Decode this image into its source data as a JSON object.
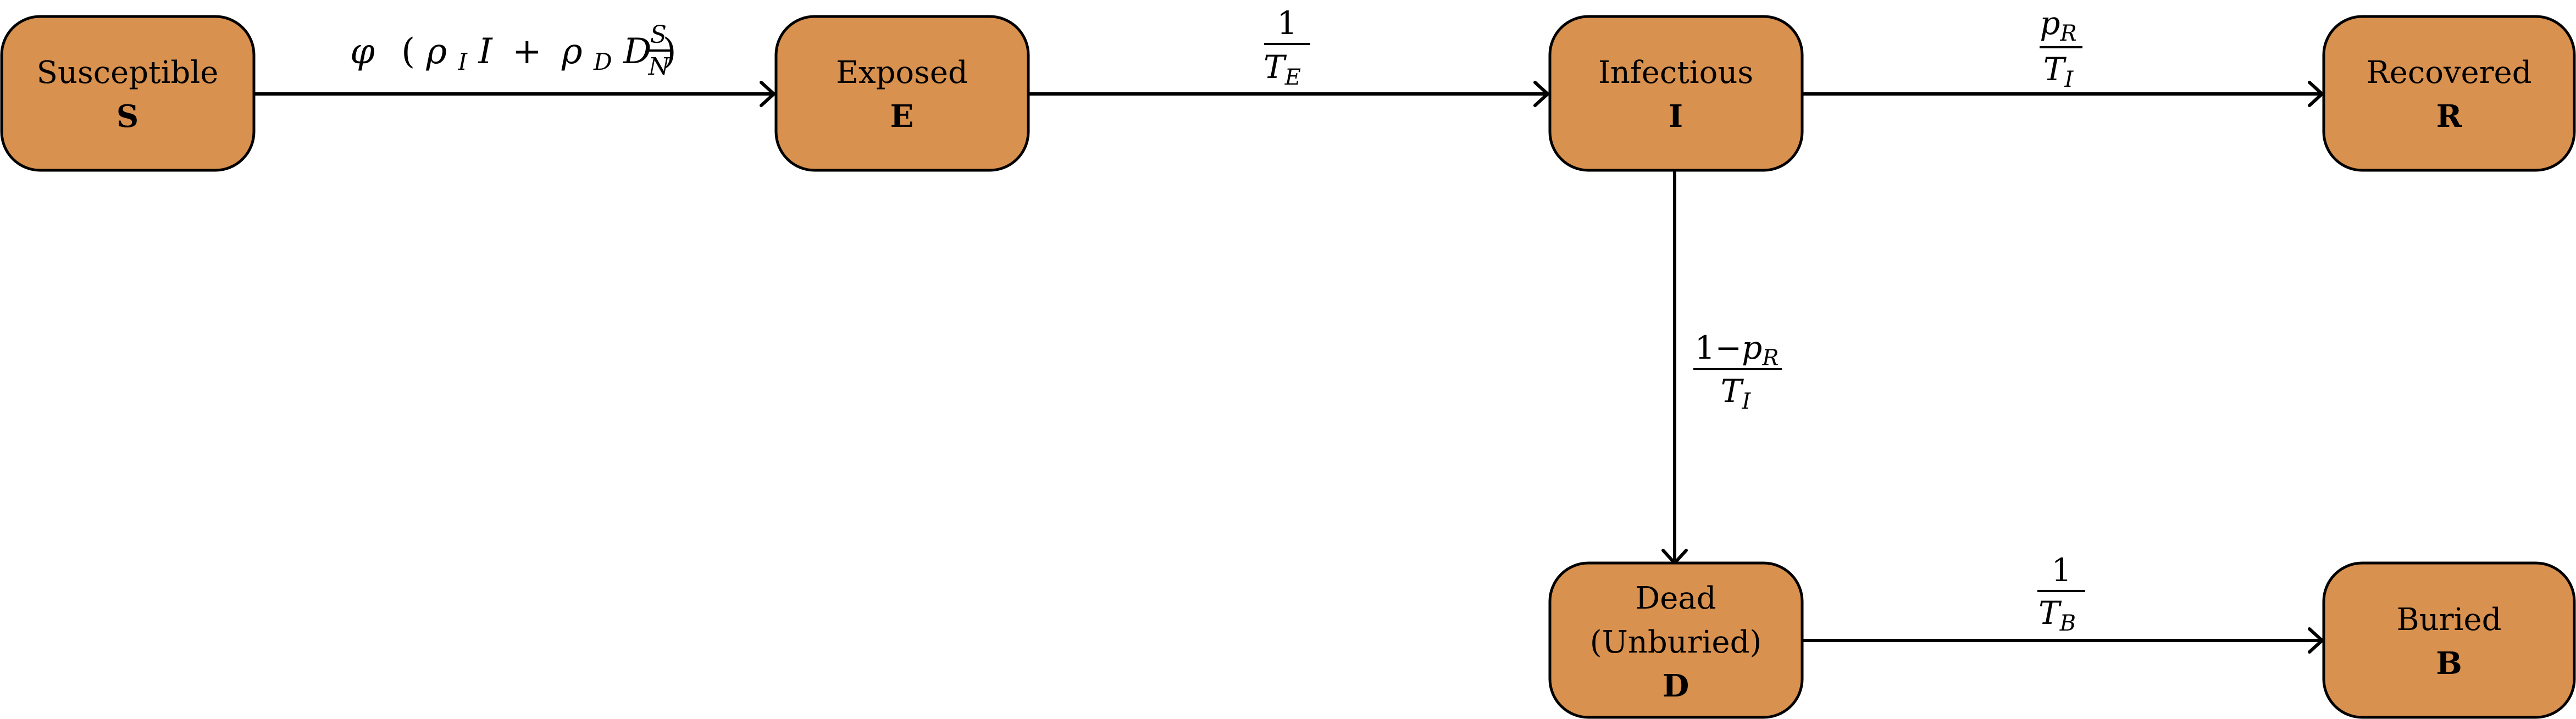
{
  "nodes": {
    "susceptible": {
      "name": "Susceptible",
      "symbol": "S"
    },
    "exposed": {
      "name": "Exposed",
      "symbol": "E"
    },
    "infectious": {
      "name": "Infectious",
      "symbol": "I"
    },
    "recovered": {
      "name": "Recovered",
      "symbol": "R"
    },
    "dead": {
      "name": "Dead",
      "name_line2": "(Unburied)",
      "symbol": "D"
    },
    "buried": {
      "name": "Buried",
      "symbol": "B"
    }
  },
  "edges": {
    "s_to_e": {
      "phi": "φ",
      "open_paren": "(",
      "rho": "ρ",
      "sub_i": "I",
      "var_i": "I",
      "plus": "+",
      "sub_d": "D",
      "var_d": "D",
      "close_paren": ")",
      "frac_num": "S",
      "frac_den": "N"
    },
    "e_to_i": {
      "numerator": "1",
      "den_var": "T",
      "den_sub": "E"
    },
    "i_to_r": {
      "num_var": "p",
      "num_sub": "R",
      "den_var": "T",
      "den_sub": "I"
    },
    "i_to_d": {
      "num_one": "1",
      "num_minus": "−",
      "num_var": "p",
      "num_sub": "R",
      "den_var": "T",
      "den_sub": "I"
    },
    "d_to_b": {
      "numerator": "1",
      "den_var": "T",
      "den_sub": "B"
    }
  },
  "colors": {
    "node_fill": "#d9914f",
    "stroke": "#000000",
    "background": "#ffffff"
  }
}
